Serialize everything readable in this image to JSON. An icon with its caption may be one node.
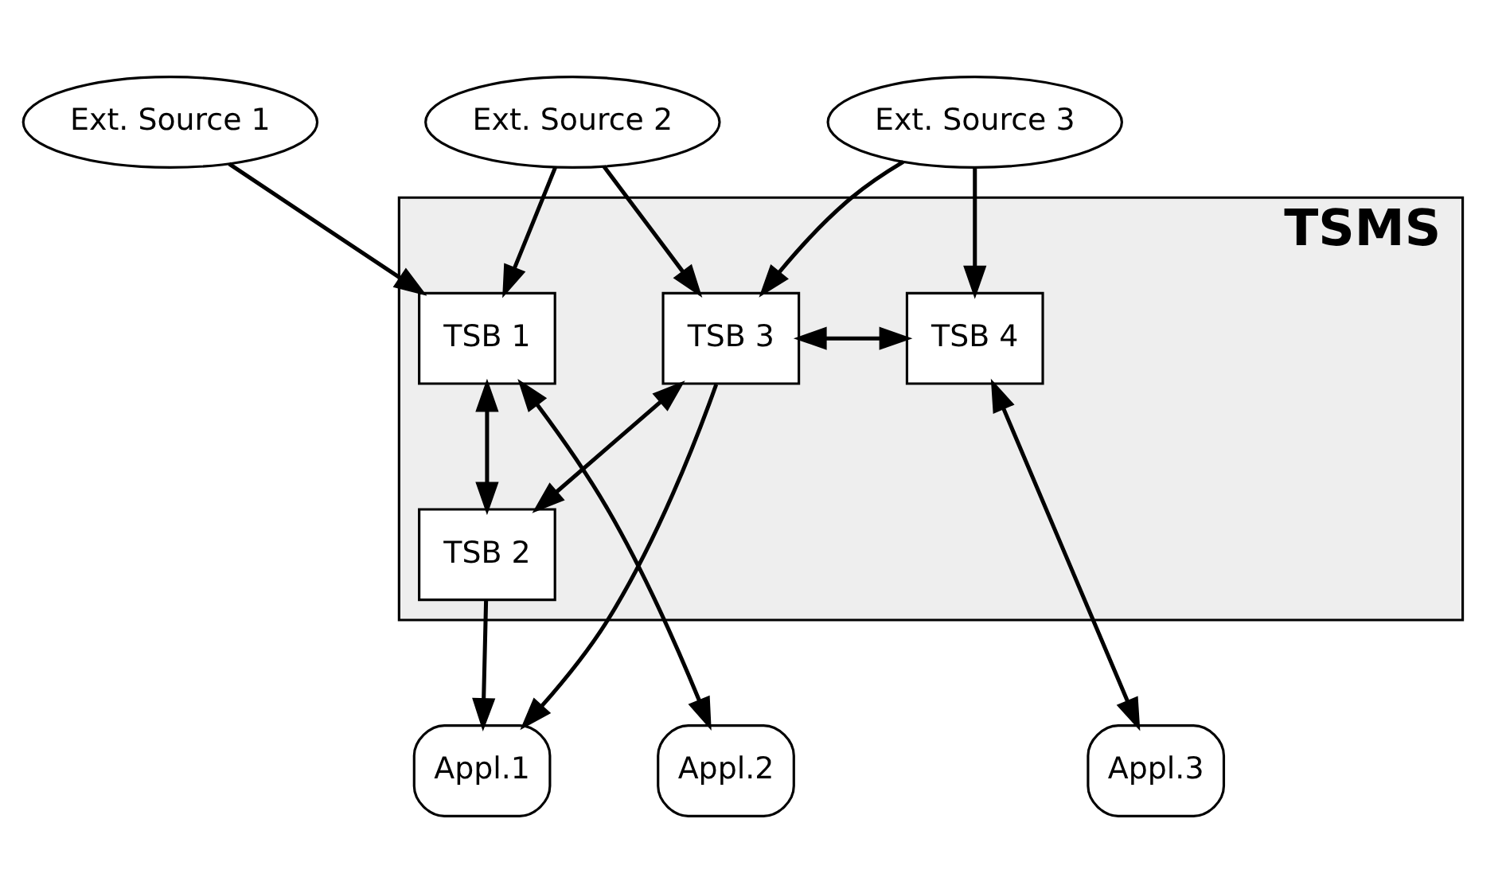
{
  "diagram": {
    "nodes": [
      {
        "text": [
          "Ext. Source 1"
        ]
      },
      {
        "text": [
          "Ext. Source 2"
        ]
      },
      {
        "text": [
          "Ext. Source 3"
        ]
      },
      {
        "text": [
          "TSMS"
        ]
      },
      {
        "text": [
          "TSB 1"
        ],
        "in": 3
      },
      {
        "text": [
          "TSB 4"
        ],
        "in": 3
      },
      {
        "text": [
          "TSB 3"
        ],
        "in": 3
      },
      {
        "text": [
          "TSB 2"
        ],
        "in": 3
      },
      {
        "text": [
          "Appl.2"
        ]
      },
      {
        "text": [
          "Appl.1"
        ]
      },
      {
        "text": [
          "Appl.3"
        ]
      }
    ],
    "edges": [
      {
        "from": 0,
        "to": 4,
        "arrow": "to"
      },
      {
        "from": 1,
        "to": 4,
        "arrow": "to"
      },
      {
        "from": 1,
        "to": 6,
        "arrow": "to"
      },
      {
        "from": 2,
        "to": 6,
        "arrow": "to"
      },
      {
        "from": 2,
        "to": 5,
        "arrow": "to"
      },
      {
        "from": 4,
        "to": 7,
        "arrow": "both"
      },
      {
        "from": 7,
        "to": 6,
        "arrow": "both"
      },
      {
        "from": 6,
        "to": 5,
        "arrow": "both"
      },
      {
        "from": 4,
        "to": 8,
        "arrow": "both"
      },
      {
        "from": 7,
        "to": 9,
        "arrow": "to"
      },
      {
        "from": 6,
        "to": 9,
        "arrow": "to"
      },
      {
        "from": 5,
        "to": 10,
        "arrow": "both"
      }
    ]
  }
}
